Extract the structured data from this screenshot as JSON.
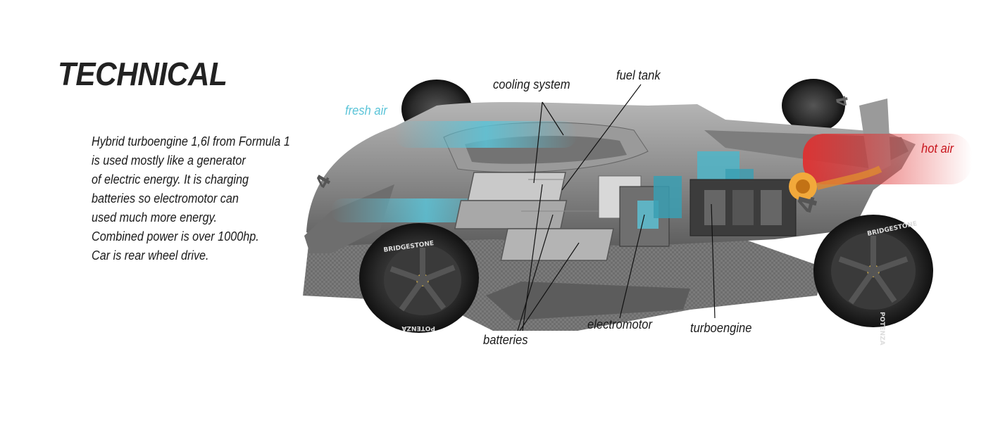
{
  "heading": "TECHNICAL",
  "description_lines": [
    "Hybrid turboengine 1,6l from Formula 1",
    "is used mostly like a generator",
    "of electric energy. It is charging",
    "batteries so electromotor can",
    "used much more energy.",
    "Combined power is over 1000hp.",
    "Car is rear wheel drive."
  ],
  "labels": {
    "fresh_air": "fresh air",
    "cooling_system": "cooling system",
    "fuel_tank": "fuel tank",
    "hot_air": "hot air",
    "batteries": "batteries",
    "electromotor": "electromotor",
    "turboengine": "turboengine"
  },
  "tire_brand": "BRIDGESTONE",
  "tire_model": "POTENZA",
  "car_number": "4",
  "colors": {
    "fresh_air": "#5bc4d8",
    "hot_air": "#c8161d",
    "body": "#8a8a8a",
    "carbon": "#6a6a6a"
  }
}
